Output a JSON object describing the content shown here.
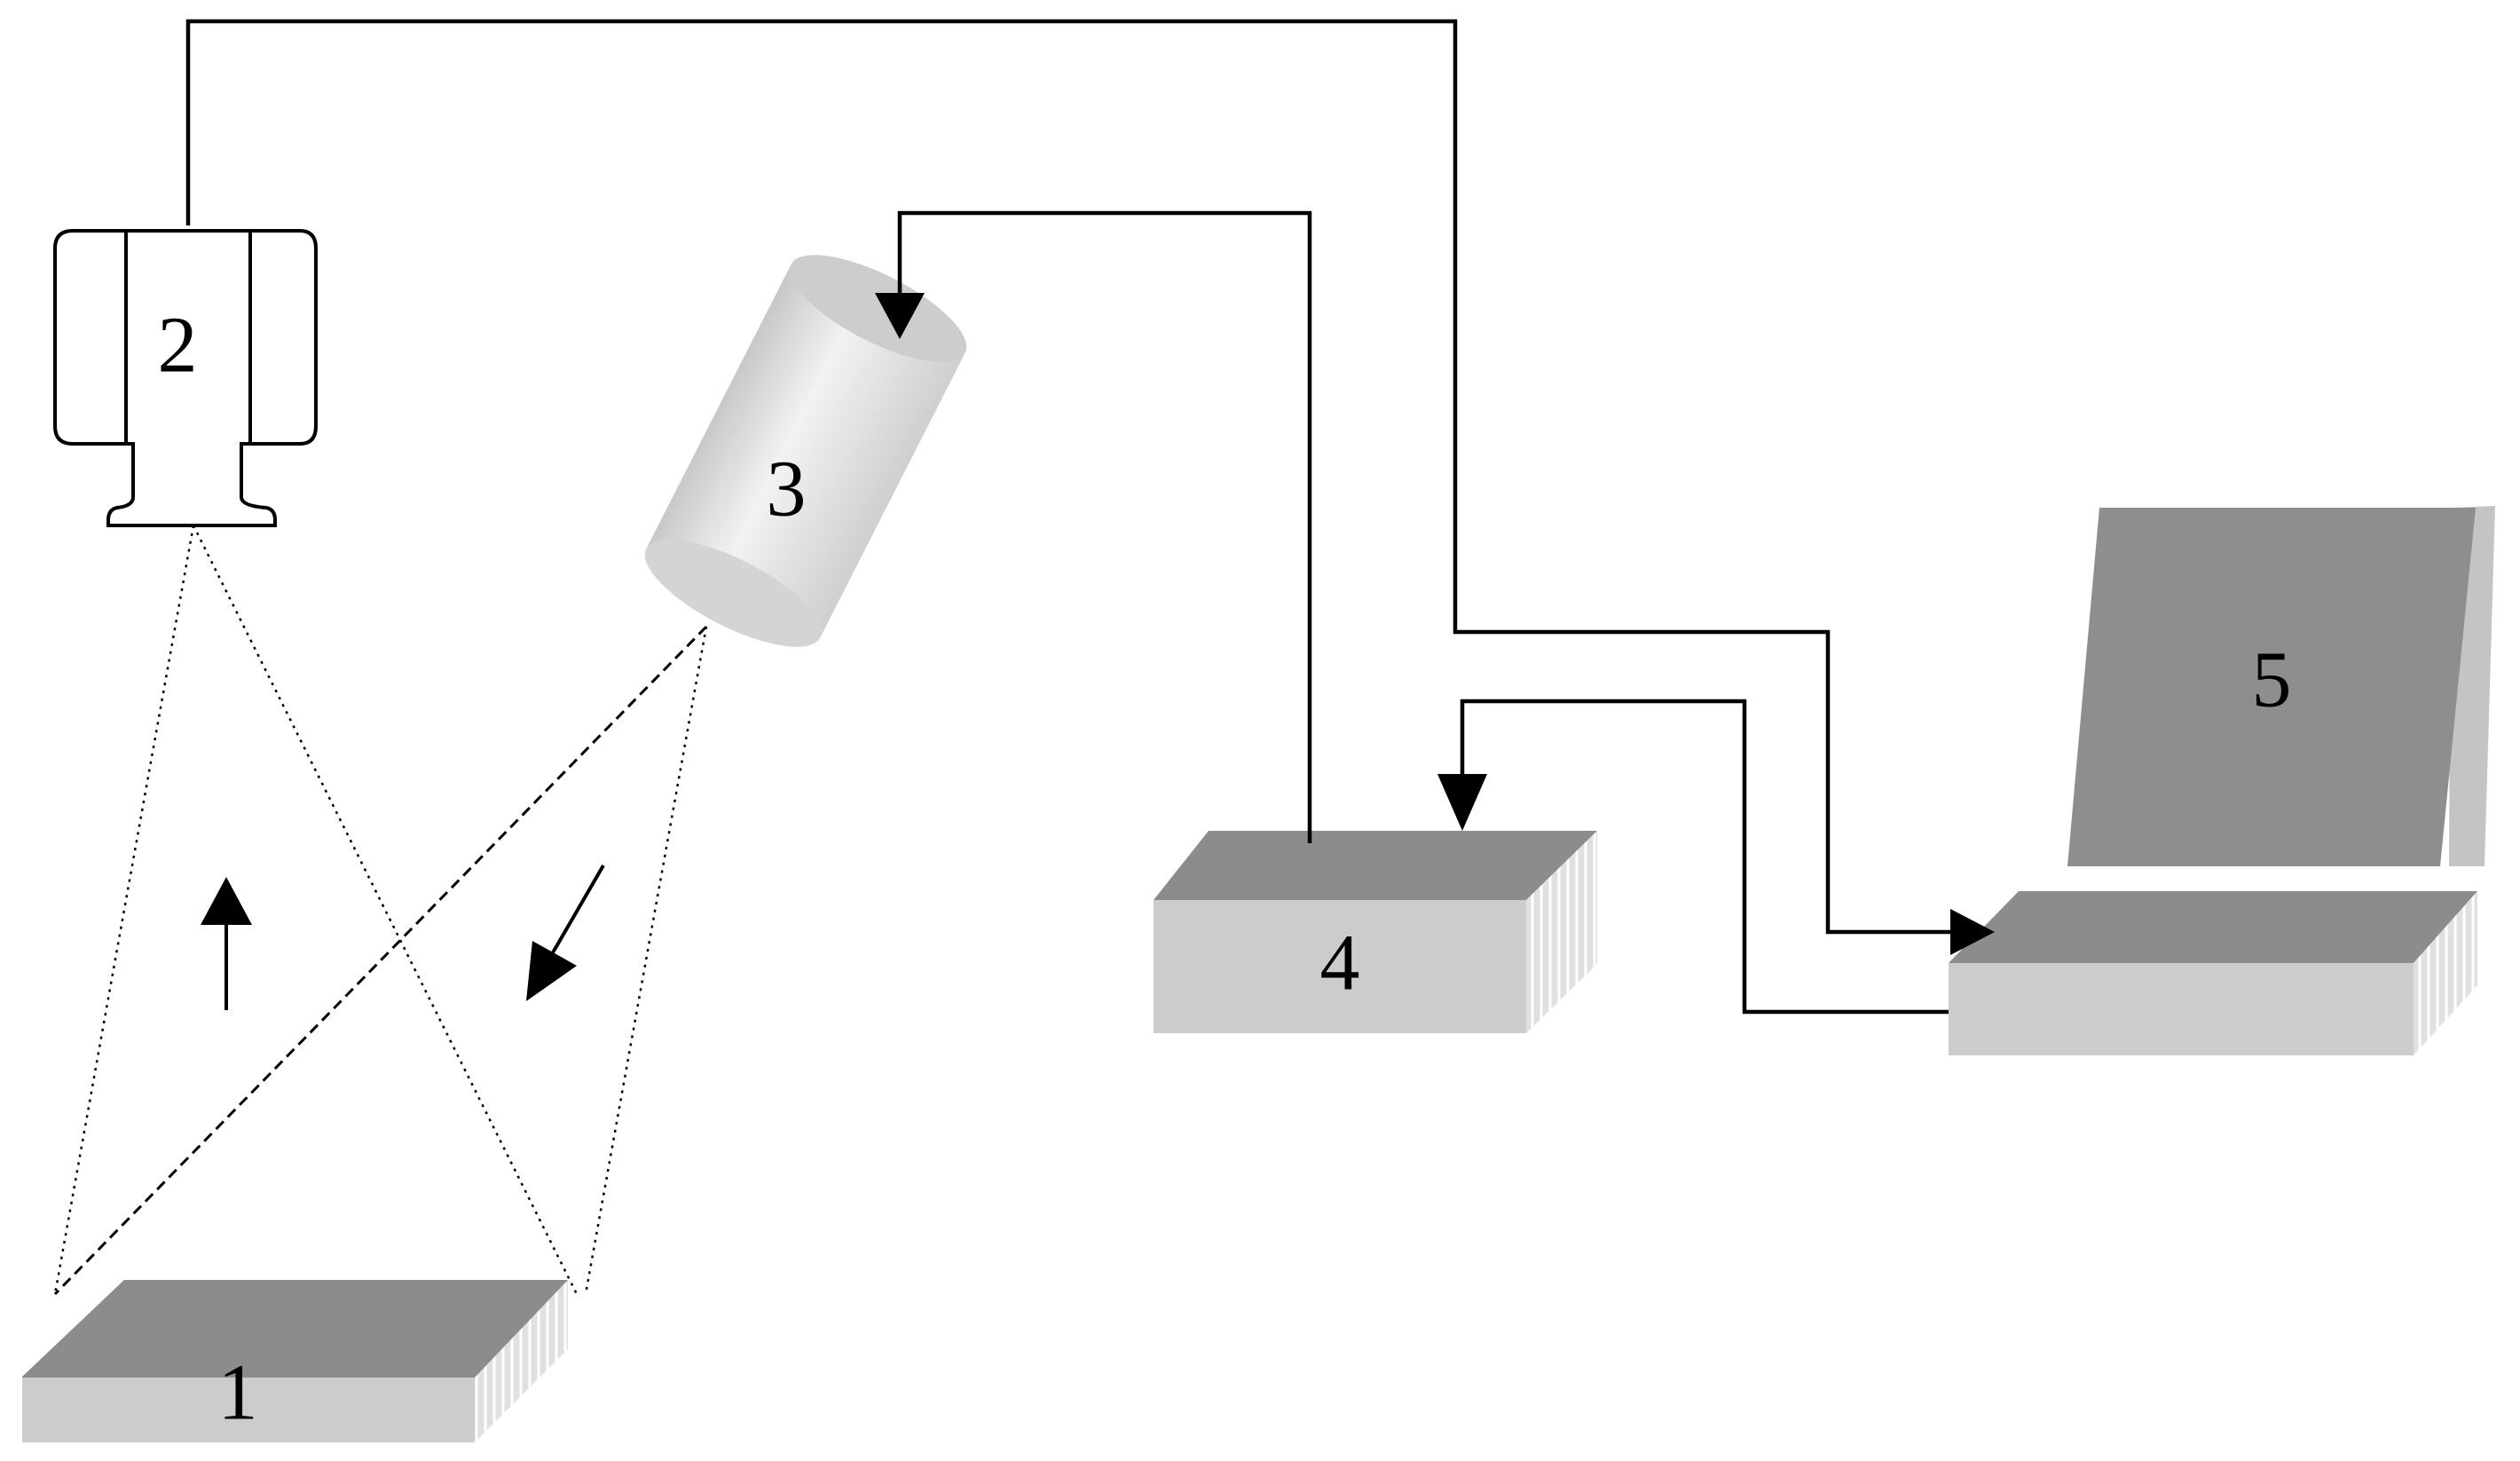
{
  "labels": {
    "sample": "1",
    "camera": "2",
    "light_source": "3",
    "controller": "4",
    "computer": "5"
  },
  "colors": {
    "box_top": "#8c8c8c",
    "box_front": "#cccccc",
    "box_side": "#e0e0e0",
    "laptop_screen": "#8e8e8e",
    "laptop_screen_edge": "#c4c4c4",
    "cylinder_light": "#f2f2f2",
    "cylinder_dark": "#c8c8c8",
    "lines": "#000000"
  }
}
